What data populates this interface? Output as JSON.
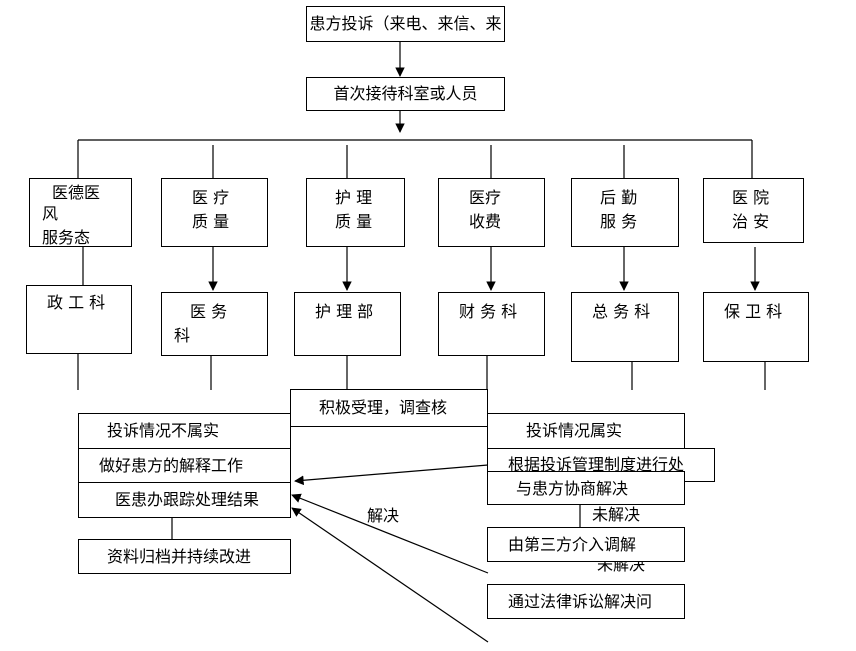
{
  "nodes": {
    "top": "患方投诉（来电、来信、来",
    "first_reception": "首次接待科室或人员",
    "dept1_line1": "医德医",
    "dept1_line2": "风",
    "dept1_line3": "服务态",
    "dept2_line1": "医 疗",
    "dept2_line2": "质 量",
    "dept3_line1": "护 理",
    "dept3_line2": "质 量",
    "dept4_line1": "医疗",
    "dept4_line2": "收费",
    "dept5_line1": "后 勤",
    "dept5_line2": "服 务",
    "dept6_line1": "医 院",
    "dept6_line2": "治 安",
    "office1": "政 工 科",
    "office2_line1": "医 务",
    "office2_line2": "科",
    "office3": "护 理 部",
    "office4": "财 务 科",
    "office5": "总 务 科",
    "office6": "保 卫 科",
    "accept": "积极受理，调查核",
    "not_true": "投诉情况不属实",
    "explain": "做好患方的解释工作",
    "track": "医患办跟踪处理结果",
    "archive": "资料归档并持续改进",
    "true": "投诉情况属实",
    "handle": "根据投诉管理制度进行处",
    "negotiate": "与患方协商解决",
    "third_party": "由第三方介入调解",
    "lawsuit": "通过法律诉讼解决问"
  },
  "edge_labels": {
    "resolved": "解决",
    "unresolved1": "未解决",
    "unresolved2": "未解决"
  }
}
